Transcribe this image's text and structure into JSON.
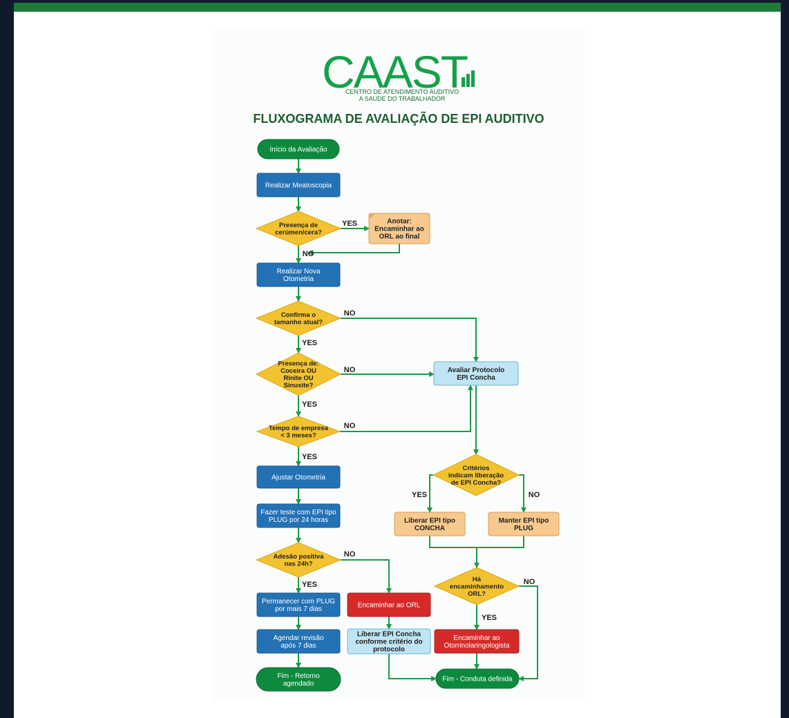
{
  "logo": {
    "wordmark": "CAAST",
    "line1": "CENTRO DE ATENDIMENTO AUDITIVO",
    "line2": "A SAUDE DO TRABALHADOR"
  },
  "title": "FLUXOGRAMA DE AVALIAÇÃO DE EPI AUDITIVO",
  "colors": {
    "green": "#0e8a3e",
    "blue": "#2472b6",
    "diamond": "#f2c230",
    "orange": "#f7c98f",
    "light_blue": "#bfe4f4",
    "red": "#d62a2a",
    "arrow": "#1c9a45",
    "title": "#1e5e2e"
  },
  "nodes": {
    "start": "Início da Avaliação",
    "meatoscopia": "Realizar Meatoscopia",
    "q_cerumen": [
      "Presença de",
      "cerúmen/cera?"
    ],
    "anotar": [
      "Anotar:",
      "Encaminhar ao",
      "ORL ao final"
    ],
    "nova_otometria": [
      "Realizar Nova",
      "Otometria"
    ],
    "q_tamanho": [
      "Confirma o",
      "tamanho atual?"
    ],
    "q_coceira": [
      "Presença de:",
      "Coceira OU",
      "Rinite OU",
      "Sinusite?"
    ],
    "q_tempo": [
      "Tempo de empresa",
      "< 3 meses?"
    ],
    "ajustar": "Ajustar Otometria",
    "teste_plug": [
      "Fazer teste com EPI tipo",
      "PLUG por 24 horas"
    ],
    "q_adesao": [
      "Adesão positiva",
      "nas 24h?"
    ],
    "permanecer": [
      "Permanecer com PLUG",
      "por mais 7 dias"
    ],
    "agendar": [
      "Agendar revisão",
      "após 7 dias"
    ],
    "fim_retorno": [
      "Fim - Retorno",
      "agendado"
    ],
    "avaliar_concha": [
      "Avaliar Protocolo",
      "EPI Concha"
    ],
    "q_criterios": [
      "Critérios",
      "indicam liberação",
      "de EPI Concha?"
    ],
    "liberar_concha": [
      "Liberar EPI tipo",
      "CONCHA"
    ],
    "manter_plug": [
      "Manter EPI tipo",
      "PLUG"
    ],
    "q_encaminhamento": [
      "Há",
      "encaminhamento",
      "ORL?"
    ],
    "enc_otorrino": [
      "Encaminhar ao",
      "Otorrinolaringologista"
    ],
    "enc_orl": "Encaminhar ao ORL",
    "liberar_protocolo": [
      "Liberar EPI Concha",
      "conforme critério do",
      "protocolo"
    ],
    "fim_conduta": "Fim - Conduta definida"
  },
  "edge_labels": {
    "yes": "YES",
    "no": "NO"
  }
}
